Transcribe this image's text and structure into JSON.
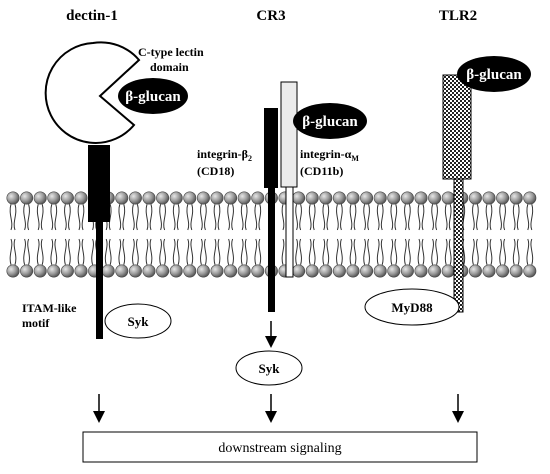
{
  "receptors": {
    "dectin1": {
      "name": "dectin-1",
      "domain_line1": "C-type lectin",
      "domain_line2": "domain",
      "ligand": "β-glucan",
      "motif_line1": "ITAM-like",
      "motif_line2": "motif",
      "adaptor": "Syk"
    },
    "cr3": {
      "name": "CR3",
      "ligand": "β-glucan",
      "beta_chain": "integrin-β",
      "beta_sub": "2",
      "beta_cd": "(CD18)",
      "alpha_chain": "integrin-α",
      "alpha_sub": "M",
      "alpha_cd": "(CD11b)",
      "adaptor": "Syk"
    },
    "tlr2": {
      "name": "TLR2",
      "ligand": "β-glucan",
      "adaptor": "MyD88"
    }
  },
  "downstream": "downstream signaling"
}
